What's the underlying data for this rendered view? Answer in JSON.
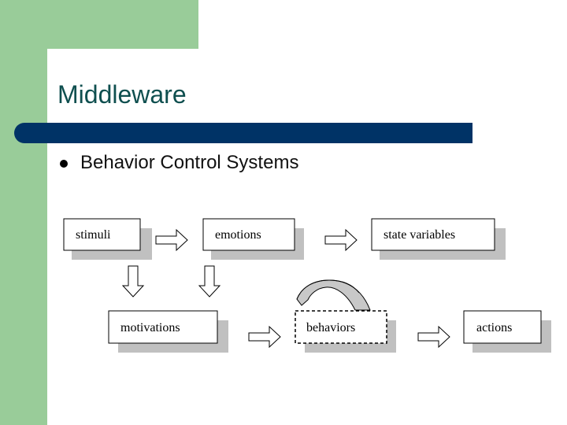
{
  "slide": {
    "title": "Middleware",
    "bullet": "Behavior Control Systems"
  },
  "diagram": {
    "nodes": {
      "stimuli": "stimuli",
      "emotions": "emotions",
      "state_variables": "state variables",
      "motivations": "motivations",
      "behaviors": "behaviors",
      "actions": "actions"
    }
  },
  "colors": {
    "green": "#99cc99",
    "title_bar": "#003366",
    "title_text": "#0f4f4f",
    "box_shadow": "#c0c0c0",
    "curved_arrow_fill": "#c8c8c8"
  }
}
